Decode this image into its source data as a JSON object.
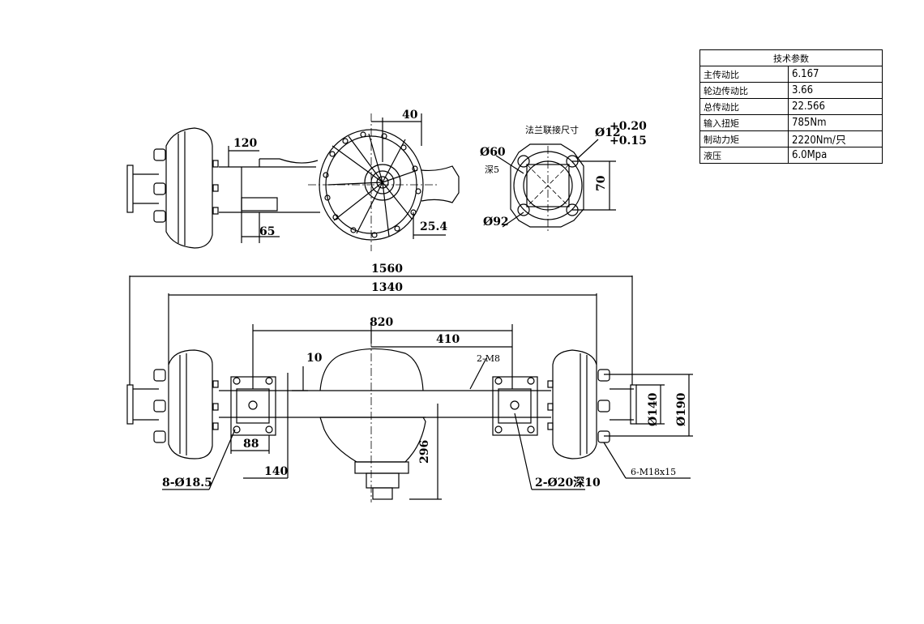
{
  "spec_table": {
    "title": "技术参数",
    "rows": [
      {
        "param": "主传动比",
        "value": "6.167"
      },
      {
        "param": "轮边传动比",
        "value": "3.66"
      },
      {
        "param": "总传动比",
        "value": "22.566"
      },
      {
        "param": "输入扭矩",
        "value": "785Nm"
      },
      {
        "param": "制动力矩",
        "value": "2220Nm/只"
      },
      {
        "param": "液压",
        "value": "6.0Mpa"
      }
    ]
  },
  "top_view": {
    "dim_120": "120",
    "dim_40": "40",
    "dim_65": "65",
    "dim_25_4": "25.4"
  },
  "flange": {
    "title": "法兰联接尺寸",
    "tolerance_base": "Ø12",
    "tolerance_upper": "+0.20",
    "tolerance_lower": "+0.15",
    "dia_60": "Ø60",
    "depth": "深5",
    "dia_92": "Ø92",
    "dim_70": "70"
  },
  "front_view": {
    "dim_1560": "1560",
    "dim_1340": "1340",
    "dim_820": "820",
    "dim_410": "410",
    "dim_10": "10",
    "m8": "2-M8",
    "dim_88": "88",
    "dim_140": "140",
    "dim_296": "296",
    "holes_8": "8-Ø18.5",
    "holes_2": "2-Ø20深10",
    "dia_140": "Ø140",
    "dia_190": "Ø190",
    "thread": "6-M18x15"
  }
}
